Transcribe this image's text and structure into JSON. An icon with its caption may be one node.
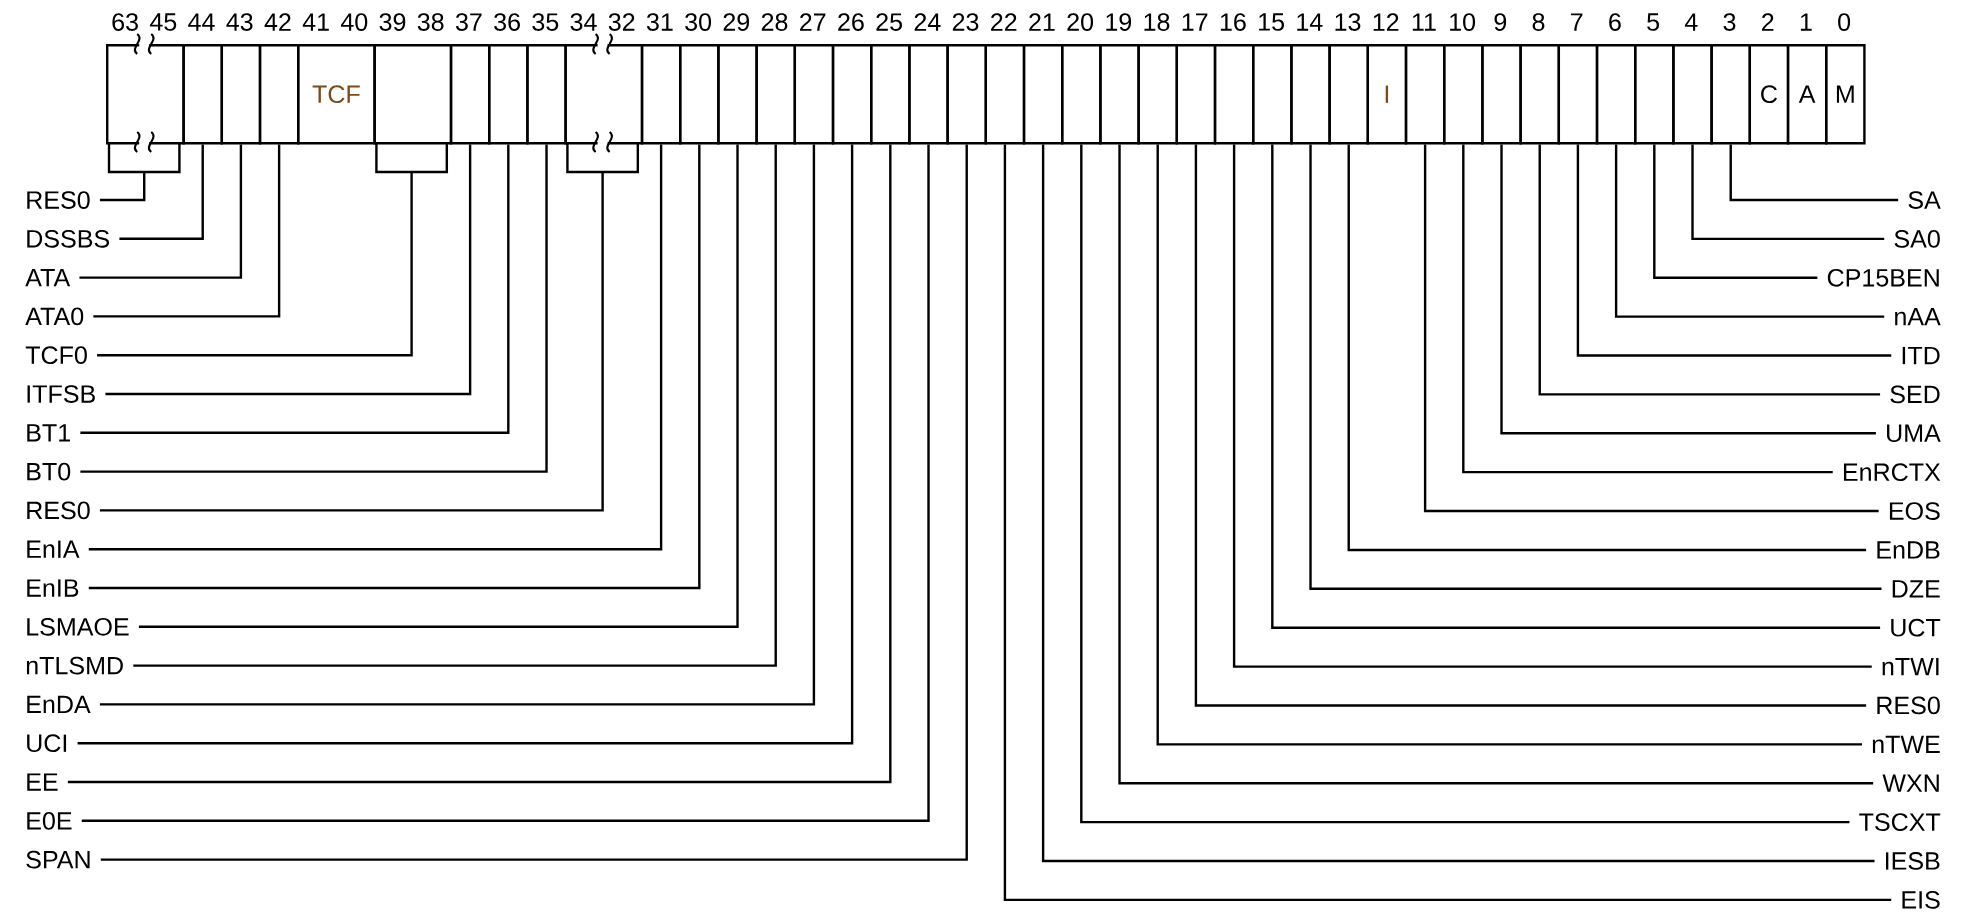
{
  "diagram": {
    "nodes": [
      {
        "text": [],
        "shape": "box"
      },
      {
        "text": [],
        "shape": "box"
      },
      {
        "text": [],
        "shape": "box"
      },
      {
        "text": [],
        "shape": "box"
      },
      {
        "text": [
          "TCF"
        ]
      },
      {
        "text": [],
        "shape": "box"
      },
      {
        "text": [],
        "shape": "box"
      },
      {
        "text": [],
        "shape": "box"
      },
      {
        "text": [],
        "shape": "box"
      },
      {
        "text": [],
        "shape": "box"
      },
      {
        "text": [],
        "shape": "box"
      },
      {
        "text": [],
        "shape": "box"
      },
      {
        "text": [],
        "shape": "box"
      },
      {
        "text": [],
        "shape": "box"
      },
      {
        "text": [],
        "shape": "box"
      },
      {
        "text": [],
        "shape": "box"
      },
      {
        "text": [],
        "shape": "box"
      },
      {
        "text": [],
        "shape": "box"
      },
      {
        "text": [],
        "shape": "box"
      },
      {
        "text": [],
        "shape": "box"
      },
      {
        "text": [],
        "shape": "box"
      },
      {
        "text": [],
        "shape": "box"
      },
      {
        "text": [],
        "shape": "box"
      },
      {
        "text": [],
        "shape": "box"
      },
      {
        "text": [],
        "shape": "box"
      },
      {
        "text": [],
        "shape": "box"
      },
      {
        "text": [],
        "shape": "box"
      },
      {
        "text": [],
        "shape": "box"
      },
      {
        "text": [],
        "shape": "box"
      },
      {
        "text": [
          "I"
        ]
      },
      {
        "text": [],
        "shape": "box"
      },
      {
        "text": [],
        "shape": "box"
      },
      {
        "text": [],
        "shape": "box"
      },
      {
        "text": [],
        "shape": "box"
      },
      {
        "text": [],
        "shape": "box"
      },
      {
        "text": [],
        "shape": "box"
      },
      {
        "text": [],
        "shape": "box"
      },
      {
        "text": [],
        "shape": "box"
      },
      {
        "text": [],
        "shape": "box"
      },
      {
        "text": [
          "C"
        ]
      },
      {
        "text": [
          "A"
        ]
      },
      {
        "text": [
          "M"
        ]
      },
      {
        "text": [
          "RES0"
        ]
      },
      {
        "text": [
          "DSSBS"
        ]
      },
      {
        "text": [
          "ATA"
        ]
      },
      {
        "text": [
          "ATA0"
        ]
      },
      {
        "text": [
          "TCF0"
        ]
      },
      {
        "text": [
          "ITFSB"
        ]
      },
      {
        "text": [
          "BT1"
        ]
      },
      {
        "text": [
          "BT0"
        ]
      },
      {
        "text": [
          "RES0"
        ]
      },
      {
        "text": [
          "EnIA"
        ]
      },
      {
        "text": [
          "EnIB"
        ]
      },
      {
        "text": [
          "LSMAOE"
        ]
      },
      {
        "text": [
          "nTLSMD"
        ]
      },
      {
        "text": [
          "EnDA"
        ]
      },
      {
        "text": [
          "UCI"
        ]
      },
      {
        "text": [
          "EE"
        ]
      },
      {
        "text": [
          "E0E"
        ]
      },
      {
        "text": [
          "SPAN"
        ]
      },
      {
        "text": [
          "SA"
        ]
      },
      {
        "text": [
          "SA0"
        ]
      },
      {
        "text": [
          "CP15BEN"
        ]
      },
      {
        "text": [
          "nAA"
        ]
      },
      {
        "text": [
          "ITD"
        ]
      },
      {
        "text": [
          "SED"
        ]
      },
      {
        "text": [
          "UMA"
        ]
      },
      {
        "text": [
          "EnRCTX"
        ]
      },
      {
        "text": [
          "EOS"
        ]
      },
      {
        "text": [
          "EnDB"
        ]
      },
      {
        "text": [
          "DZE"
        ]
      },
      {
        "text": [
          "UCT"
        ]
      },
      {
        "text": [
          "nTWI"
        ]
      },
      {
        "text": [
          "RES0"
        ]
      },
      {
        "text": [
          "nTWE"
        ]
      },
      {
        "text": [
          "WXN"
        ]
      },
      {
        "text": [
          "TSCXT"
        ]
      },
      {
        "text": [
          "IESB"
        ]
      },
      {
        "text": [
          "EIS"
        ]
      }
    ],
    "edges": [
      {
        "from": 42,
        "to": 0,
        "arrow": "none"
      },
      {
        "from": 43,
        "to": 1,
        "arrow": "none"
      },
      {
        "from": 44,
        "to": 2,
        "arrow": "none"
      },
      {
        "from": 45,
        "to": 3,
        "arrow": "none"
      },
      {
        "from": 46,
        "to": 5,
        "arrow": "none"
      },
      {
        "from": 47,
        "to": 6,
        "arrow": "none"
      },
      {
        "from": 48,
        "to": 7,
        "arrow": "none"
      },
      {
        "from": 49,
        "to": 8,
        "arrow": "none"
      },
      {
        "from": 50,
        "to": 9,
        "arrow": "none"
      },
      {
        "from": 51,
        "to": 10,
        "arrow": "none"
      },
      {
        "from": 52,
        "to": 11,
        "arrow": "none"
      },
      {
        "from": 53,
        "to": 12,
        "arrow": "none"
      },
      {
        "from": 54,
        "to": 13,
        "arrow": "none"
      },
      {
        "from": 55,
        "to": 14,
        "arrow": "none"
      },
      {
        "from": 56,
        "to": 15,
        "arrow": "none"
      },
      {
        "from": 57,
        "to": 16,
        "arrow": "none"
      },
      {
        "from": 58,
        "to": 17,
        "arrow": "none"
      },
      {
        "from": 59,
        "to": 18,
        "arrow": "none"
      },
      {
        "from": 60,
        "to": 38,
        "arrow": "none"
      },
      {
        "from": 61,
        "to": 37,
        "arrow": "none"
      },
      {
        "from": 62,
        "to": 36,
        "arrow": "none"
      },
      {
        "from": 63,
        "to": 35,
        "arrow": "none"
      },
      {
        "from": 64,
        "to": 34,
        "arrow": "none"
      },
      {
        "from": 65,
        "to": 33,
        "arrow": "none"
      },
      {
        "from": 66,
        "to": 32,
        "arrow": "none"
      },
      {
        "from": 67,
        "to": 31,
        "arrow": "none"
      },
      {
        "from": 68,
        "to": 30,
        "arrow": "none"
      },
      {
        "from": 69,
        "to": 28,
        "arrow": "none"
      },
      {
        "from": 70,
        "to": 27,
        "arrow": "none"
      },
      {
        "from": 71,
        "to": 26,
        "arrow": "none"
      },
      {
        "from": 72,
        "to": 25,
        "arrow": "none"
      },
      {
        "from": 73,
        "to": 24,
        "arrow": "none"
      },
      {
        "from": 74,
        "to": 23,
        "arrow": "none"
      },
      {
        "from": 75,
        "to": 22,
        "arrow": "none"
      },
      {
        "from": 76,
        "to": 21,
        "arrow": "none"
      },
      {
        "from": 77,
        "to": 20,
        "arrow": "none"
      },
      {
        "from": 78,
        "to": 19,
        "arrow": "none"
      }
    ],
    "labels": [
      "63",
      "45",
      "44",
      "43",
      "42",
      "41",
      "40",
      "39",
      "38",
      "37",
      "36",
      "35",
      "34",
      "32",
      "31",
      "30",
      "29",
      "28",
      "27",
      "26",
      "25",
      "24",
      "23",
      "22",
      "21",
      "20",
      "19",
      "18",
      "17",
      "16",
      "15",
      "14",
      "13",
      "12",
      "11",
      "10",
      "9",
      "8",
      "7",
      "6",
      "5",
      "4",
      "3",
      "2",
      "1",
      "0"
    ]
  }
}
